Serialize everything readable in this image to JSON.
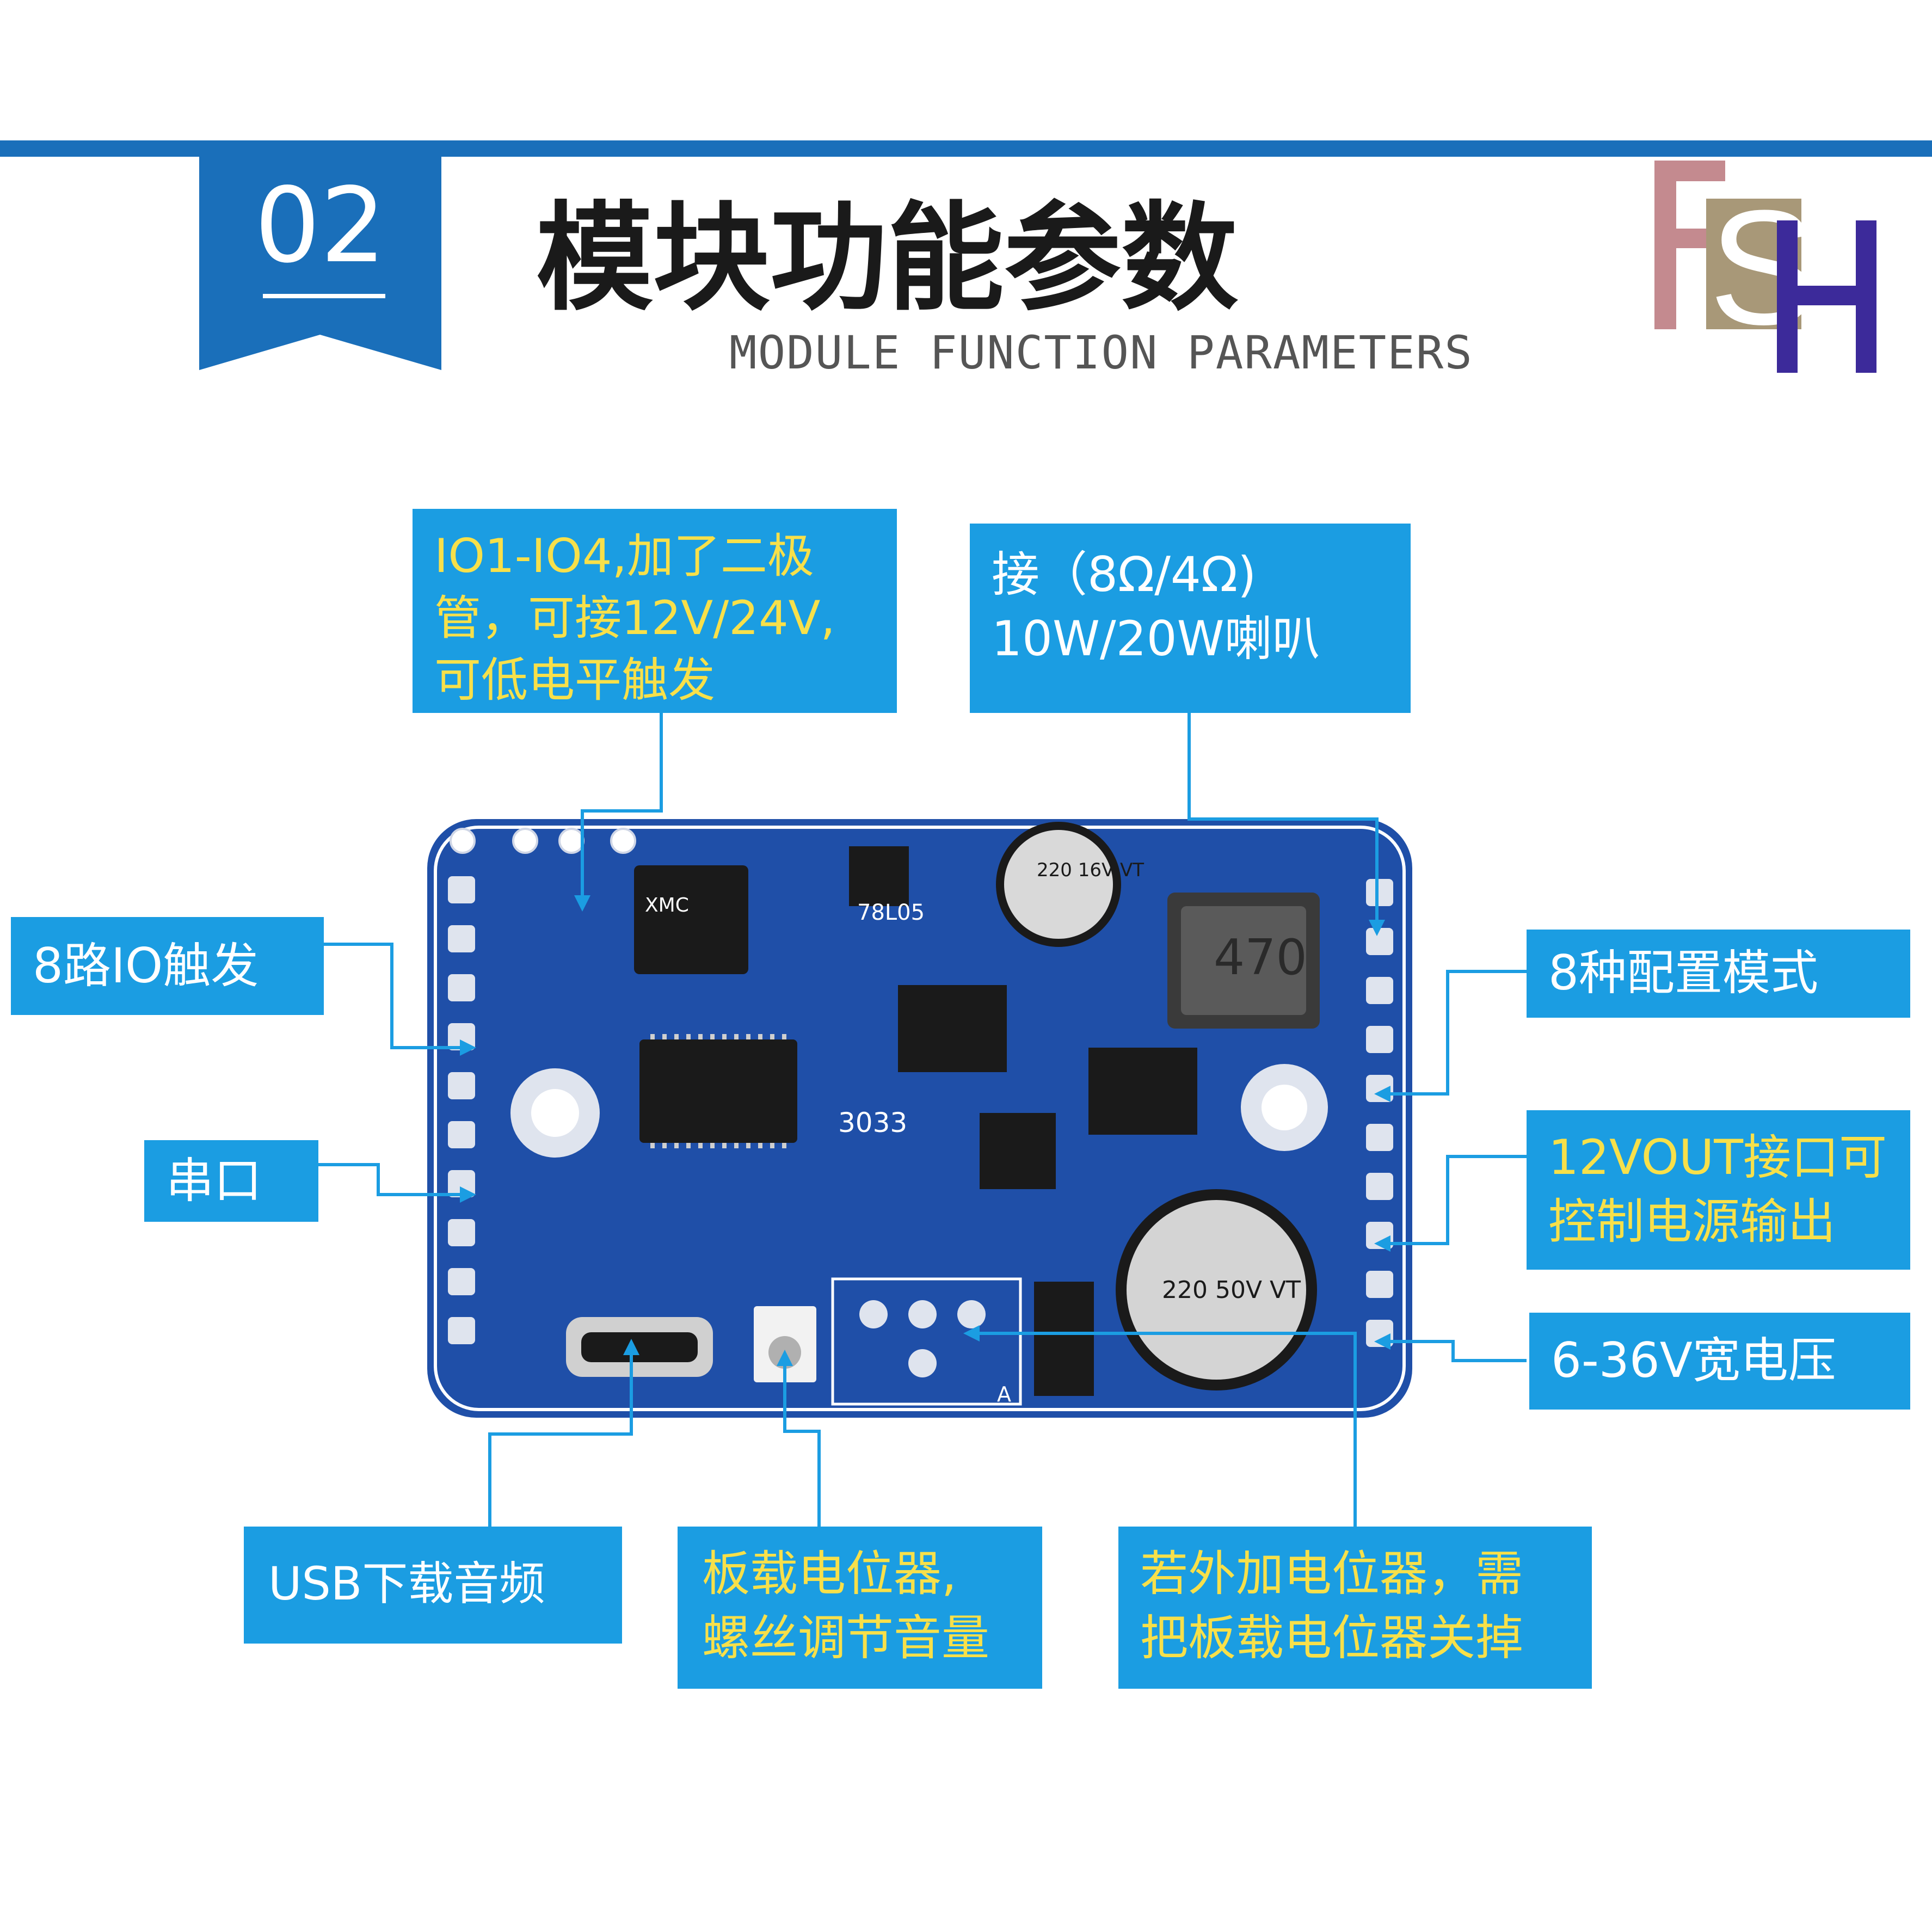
{
  "header": {
    "section_number": "02",
    "title": "模块功能参数",
    "subtitle": "MODULE FUNCTION PARAMETERS",
    "logo_letters": [
      "F",
      "S",
      "H"
    ]
  },
  "colors": {
    "header_blue": "#1a6fba",
    "callout_blue": "#1b9de2",
    "callout_text_white": "#ffffff",
    "callout_text_yellow": "#f7e04a",
    "board_blue": "#1f4fa8"
  },
  "board": {
    "chip_labels": [
      "XMC",
      "78L05",
      "3033",
      "470",
      "220 16V VT",
      "220 50V VT",
      "A"
    ]
  },
  "callouts": {
    "io_diode": "IO1-IO4,加了二极\n管，可接12V/24V,\n可低电平触发",
    "speaker": "接（8Ω/4Ω)\n10W/20W喇叭",
    "io_trigger": "8路IO触发",
    "serial": "串口",
    "config_modes": "8种配置模式",
    "vout": "12VOUT接口可\n控制电源输出",
    "voltage": "6-36V宽电压",
    "usb": "USB下载音频",
    "onboard_pot": "板载电位器,\n螺丝调节音量",
    "external_pot": "若外加电位器，需\n把板载电位器关掉"
  }
}
